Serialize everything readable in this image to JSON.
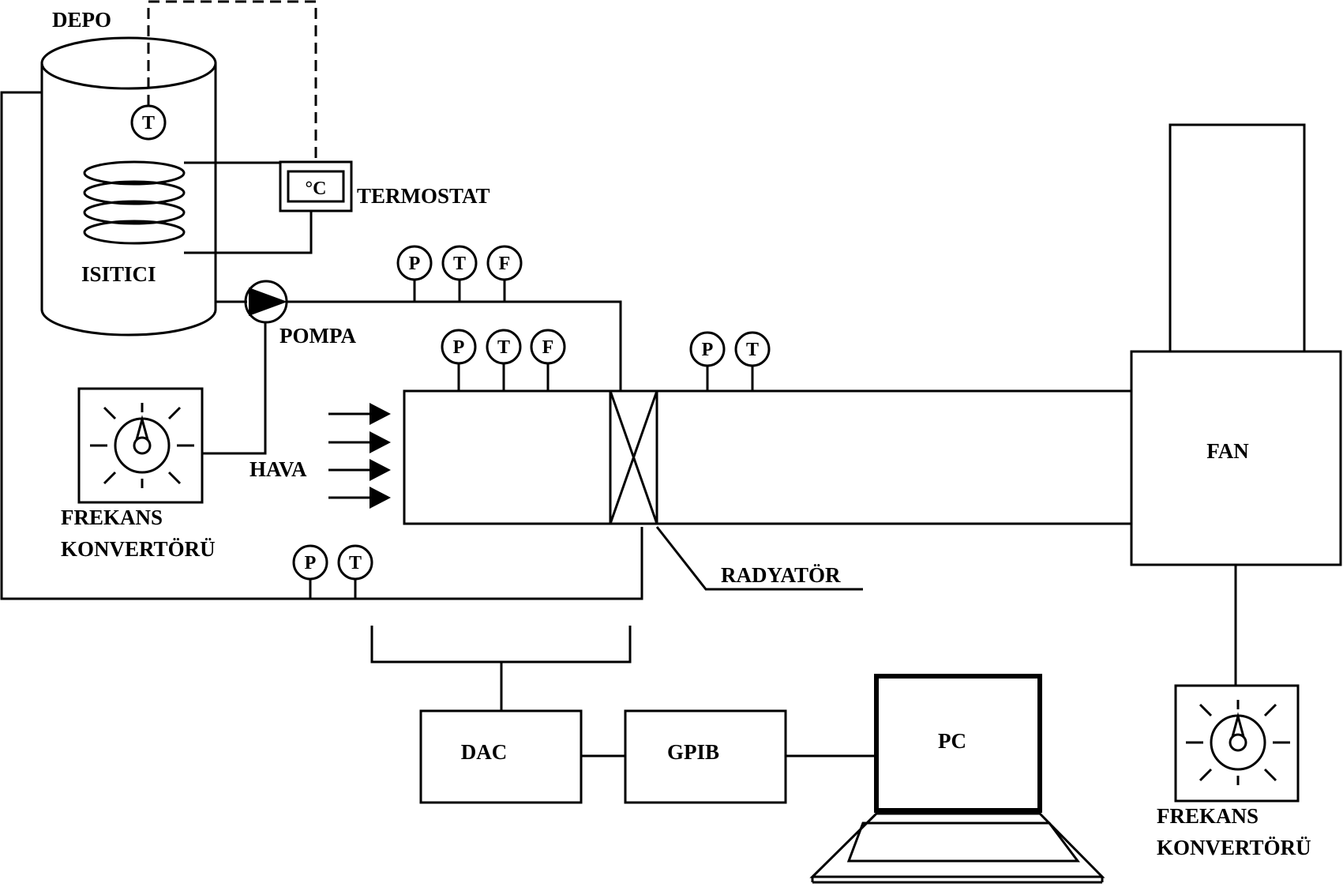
{
  "labels": {
    "depo": "DEPO",
    "termostat": "TERMOSTAT",
    "thermostat_unit": "°C",
    "isitici": "ISITICI",
    "pompa": "POMPA",
    "hava": "HAVA",
    "frekans_left": "FREKANS",
    "konvertoru_left": "KONVERTÖRÜ",
    "radyator": "RADYATÖR",
    "fan": "FAN",
    "frekans_right": "FREKANS",
    "konvertoru_right": "KONVERTÖRÜ",
    "dac": "DAC",
    "gpib": "GPIB",
    "pc": "PC"
  },
  "gauges": {
    "tank_t": "T",
    "pipe_p": "P",
    "pipe_t": "T",
    "pipe_f": "F",
    "inlet_p": "P",
    "inlet_t": "T",
    "inlet_f": "F",
    "outlet_p": "P",
    "outlet_t": "T",
    "return_p": "P",
    "return_t": "T"
  }
}
